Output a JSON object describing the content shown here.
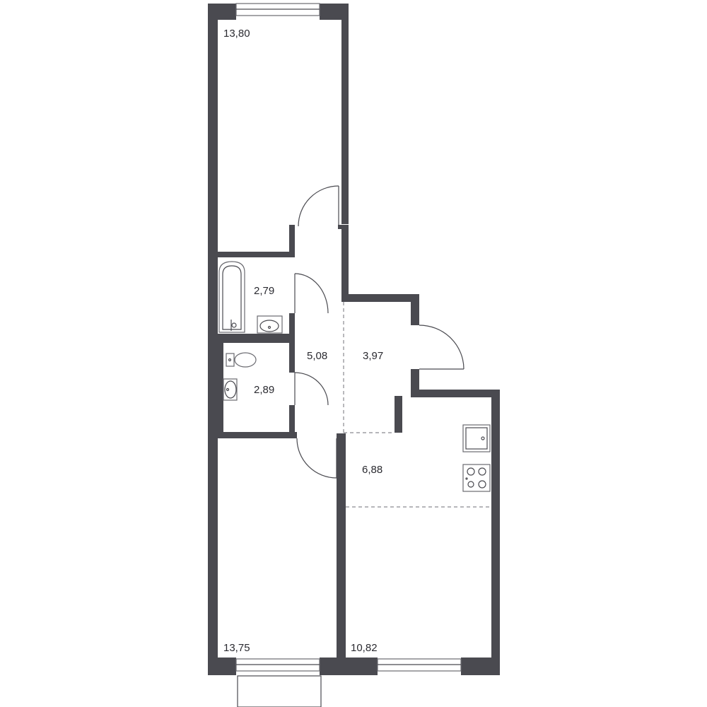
{
  "rooms": [
    {
      "id": "bedroom-top",
      "area": "13,80"
    },
    {
      "id": "bathroom",
      "area": "2,79"
    },
    {
      "id": "toilet",
      "area": "2,89"
    },
    {
      "id": "hallway",
      "area": "5,08"
    },
    {
      "id": "corridor",
      "area": "3,97"
    },
    {
      "id": "kitchen",
      "area": "6,88"
    },
    {
      "id": "bedroom-bottom",
      "area": "13,75"
    },
    {
      "id": "living-room",
      "area": "10,82"
    }
  ],
  "colors": {
    "wall": "#4a4a50",
    "background": "#ffffff"
  }
}
